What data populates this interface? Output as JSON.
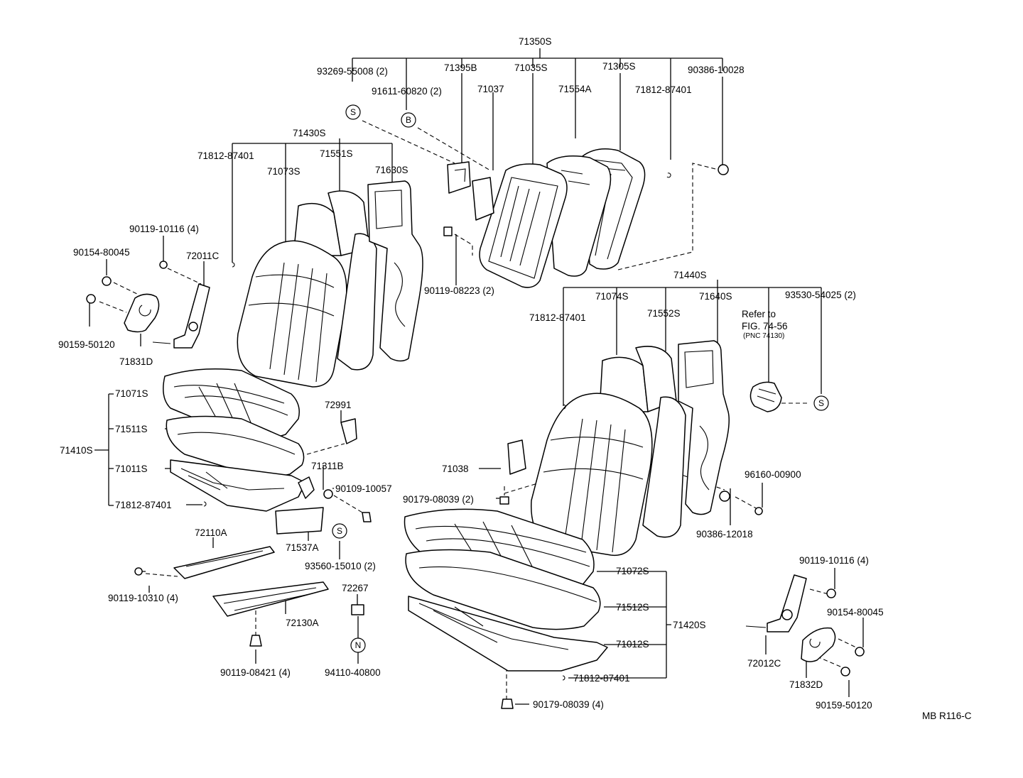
{
  "part_labels": {
    "p71350S": "71350S",
    "p93269": "93269-55008 (2)",
    "p71395B": "71395B",
    "p71035S": "71035S",
    "p71305S": "71305S",
    "p90386_10028": "90386-10028",
    "p91611": "91611-60820 (2)",
    "p71037": "71037",
    "p71554A": "71554A",
    "p71812_top": "71812-87401",
    "p71430S": "71430S",
    "p71812_left": "71812-87401",
    "p71551S": "71551S",
    "p71073S": "71073S",
    "p71630S": "71630S",
    "p90119_10116_l": "90119-10116 (4)",
    "p90154_l": "90154-80045",
    "p72011C": "72011C",
    "p90119_08223": "90119-08223 (2)",
    "p71440S": "71440S",
    "p90159_l": "90159-50120",
    "p71831D": "71831D",
    "p71074S": "71074S",
    "p71640S": "71640S",
    "p93530": "93530-54025 (2)",
    "p71812_mid": "71812-87401",
    "p71552S": "71552S",
    "refer_1": "Refer to",
    "refer_2": "FIG. 74-56",
    "refer_3": "(PNC 74130)",
    "p71071S": "71071S",
    "p72991": "72991",
    "p71511S": "71511S",
    "p71410S": "71410S",
    "p71011S": "71011S",
    "p71311B": "71311B",
    "p71038": "71038",
    "p90109": "90109-10057",
    "p90179_2": "90179-08039 (2)",
    "p96160": "96160-00900",
    "p71812_ll": "71812-87401",
    "p90386_12018": "90386-12018",
    "p72110A": "72110A",
    "p71537A": "71537A",
    "p93560": "93560-15010 (2)",
    "p71072S": "71072S",
    "p90119_10310": "90119-10310 (4)",
    "p72267": "72267",
    "p90119_10116_r": "90119-10116 (4)",
    "p71512S": "71512S",
    "p72130A": "72130A",
    "p71420S": "71420S",
    "p90154_r": "90154-80045",
    "p71012S": "71012S",
    "p72012C": "72012C",
    "p90119_08421": "90119-08421 (4)",
    "p94110": "94110-40800",
    "p71812_lr": "71812-87401",
    "p71832D": "71832D",
    "p90179_4": "90179-08039 (4)",
    "p90159_r": "90159-50120",
    "fig_code": "MB R116-C"
  },
  "symbols": {
    "s_letter": "S",
    "b_letter": "B",
    "n_letter": "N"
  }
}
